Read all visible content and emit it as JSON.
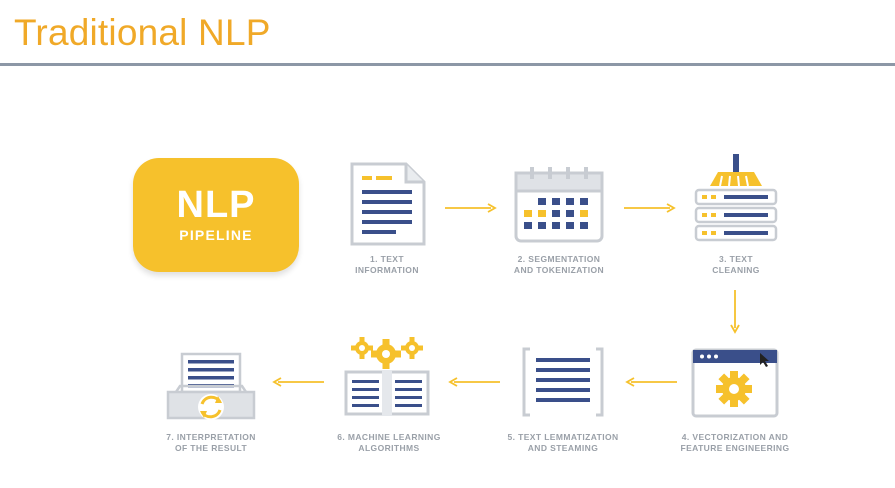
{
  "slide": {
    "title": "Traditional NLP"
  },
  "pipeline": {
    "main": "NLP",
    "sub": "PIPELINE"
  },
  "steps": [
    {
      "line1": "1. TEXT",
      "line2": "INFORMATION",
      "icon": "document-icon"
    },
    {
      "line1": "2. SEGMENTATION",
      "line2": "AND TOKENIZATION",
      "icon": "calendar-grid-icon"
    },
    {
      "line1": "3. TEXT",
      "line2": "CLEANING",
      "icon": "broom-stack-icon"
    },
    {
      "line1": "4. VECTORIZATION AND",
      "line2": "FEATURE ENGINEERING",
      "icon": "browser-gear-icon"
    },
    {
      "line1": "5. TEXT LEMMATIZATION",
      "line2": "AND STEAMING",
      "icon": "bracket-text-icon"
    },
    {
      "line1": "6. MACHINE LEARNING",
      "line2": "ALGORITHMS",
      "icon": "book-gears-icon"
    },
    {
      "line1": "7. INTERPRETATION",
      "line2": "OF THE RESULT",
      "icon": "printer-refresh-icon"
    }
  ],
  "colors": {
    "accent": "#f6c12c",
    "title": "#f0a928",
    "navy": "#3a4f8a",
    "gray": "#b8bec6",
    "rule": "#8c97a6"
  }
}
